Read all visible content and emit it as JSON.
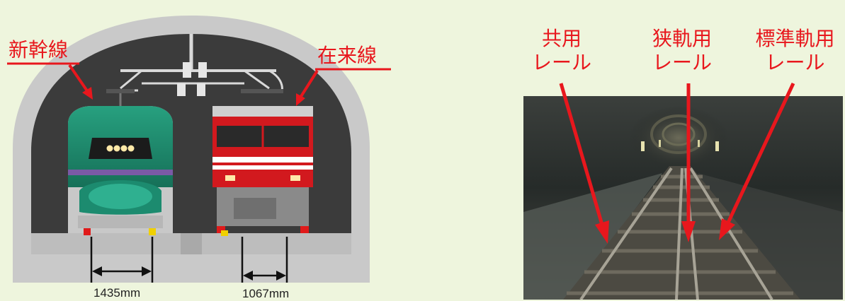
{
  "left_figure": {
    "shinkansen_label": "新幹線",
    "zairai_label": "在来線",
    "gauge_wide": "1435mm",
    "gauge_narrow": "1067mm"
  },
  "right_figure": {
    "labels": [
      {
        "line1": "共用",
        "line2": "レール"
      },
      {
        "line1": "狭軌用",
        "line2": "レール"
      },
      {
        "line1": "標準軌用",
        "line2": "レール"
      }
    ]
  },
  "colors": {
    "background": "#eef5dd",
    "accent_red": "#e8171d",
    "tunnel_outer": "#c8c8c8",
    "tunnel_inner": "#3a3a3a",
    "shinkansen_green": "#1e8a6e",
    "locomotive_red": "#d2191e"
  }
}
